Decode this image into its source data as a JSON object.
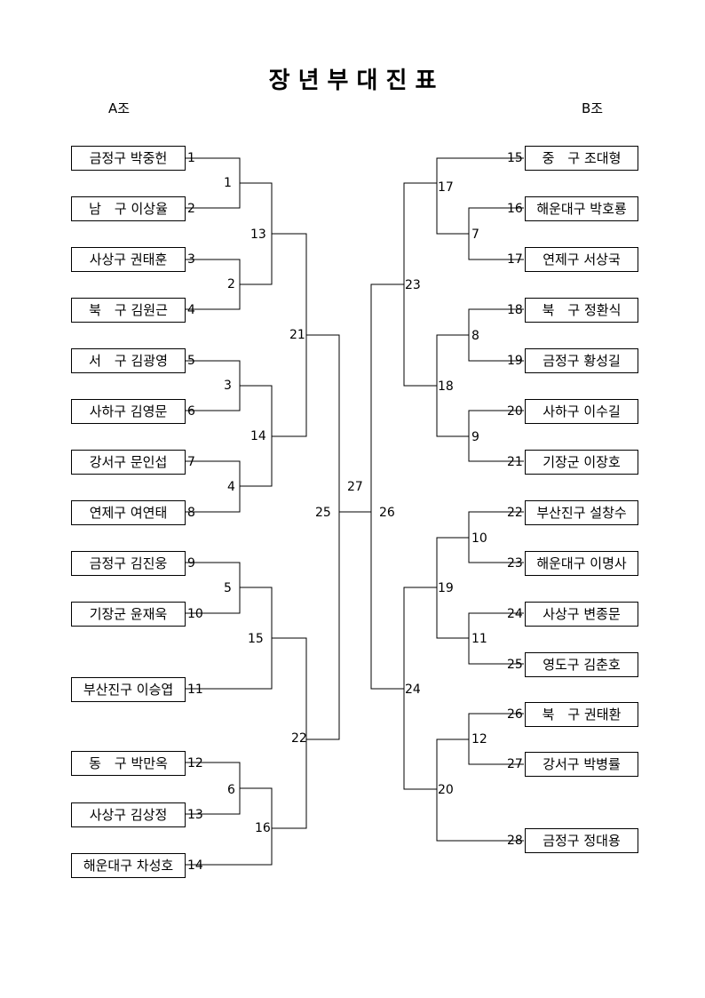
{
  "title": "장 년 부 대 진 표",
  "group_a_label": "A조",
  "group_b_label": "B조",
  "group_a_teams": [
    {
      "seed": "1",
      "name": "금정구 박중헌"
    },
    {
      "seed": "2",
      "name": "남　구 이상율"
    },
    {
      "seed": "3",
      "name": "사상구 권태훈"
    },
    {
      "seed": "4",
      "name": "북　구 김원근"
    },
    {
      "seed": "5",
      "name": "서　구 김광영"
    },
    {
      "seed": "6",
      "name": "사하구 김영문"
    },
    {
      "seed": "7",
      "name": "강서구 문인섭"
    },
    {
      "seed": "8",
      "name": "연제구 여연태"
    },
    {
      "seed": "9",
      "name": "금정구 김진웅"
    },
    {
      "seed": "10",
      "name": "기장군 윤재욱"
    },
    {
      "seed": "11",
      "name": "부산진구 이승엽"
    },
    {
      "seed": "12",
      "name": "동　구 박만옥"
    },
    {
      "seed": "13",
      "name": "사상구 김상정"
    },
    {
      "seed": "14",
      "name": "해운대구 차성호"
    }
  ],
  "group_b_teams": [
    {
      "seed": "15",
      "name": "중　구 조대형"
    },
    {
      "seed": "16",
      "name": "해운대구 박호룡"
    },
    {
      "seed": "17",
      "name": "연제구 서상국"
    },
    {
      "seed": "18",
      "name": "북　구 정환식"
    },
    {
      "seed": "19",
      "name": "금정구 황성길"
    },
    {
      "seed": "20",
      "name": "사하구 이수길"
    },
    {
      "seed": "21",
      "name": "기장군 이장호"
    },
    {
      "seed": "22",
      "name": "부산진구 설창수"
    },
    {
      "seed": "23",
      "name": "해운대구 이명사"
    },
    {
      "seed": "24",
      "name": "사상구 변종문"
    },
    {
      "seed": "25",
      "name": "영도구 김춘호"
    },
    {
      "seed": "26",
      "name": "북　구 권태환"
    },
    {
      "seed": "27",
      "name": "강서구 박병률"
    },
    {
      "seed": "28",
      "name": "금정구 정대용"
    }
  ],
  "match_numbers": {
    "m1": "1",
    "m2": "2",
    "m3": "3",
    "m4": "4",
    "m5": "5",
    "m6": "6",
    "m7": "7",
    "m8": "8",
    "m9": "9",
    "m10": "10",
    "m11": "11",
    "m12": "12",
    "m13": "13",
    "m14": "14",
    "m15": "15",
    "m16": "16",
    "m17": "17",
    "m18": "18",
    "m19": "19",
    "m20": "20",
    "m21": "21",
    "m22": "22",
    "m23": "23",
    "m24": "24",
    "m25": "25",
    "m26": "26",
    "m27": "27"
  }
}
